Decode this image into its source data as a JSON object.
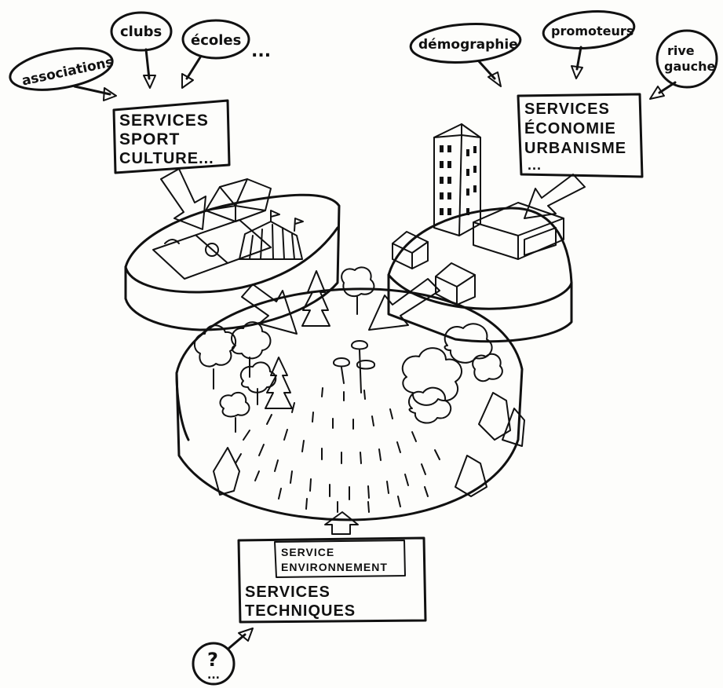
{
  "bubbles": {
    "associations": "associations",
    "clubs": "clubs",
    "ecoles": "écoles",
    "ellipsis": "...",
    "demographie": "démographie",
    "promoteurs": "promoteurs",
    "rive_line1": "rive",
    "rive_line2": "gauche",
    "question_mark": "?",
    "question_dots": "..."
  },
  "boxes": {
    "sport_culture": {
      "line1": "SERVICES",
      "line2": "SPORT",
      "line3": "CULTURE..."
    },
    "economie": {
      "line1": "SERVICES",
      "line2": "ÉCONOMIE",
      "line3": "URBANISME",
      "line4": "..."
    },
    "techniques": {
      "env_line1": "SERVICE",
      "env_line2": "ENVIRONNEMENT",
      "line1": "SERVICES",
      "line2": "TECHNIQUES"
    }
  },
  "colors": {
    "red_box": "#e8402a",
    "red_arrow": "#e33a24",
    "peach_platform": "#f7e4d2",
    "green_box": "#cfe6c8",
    "green_arrow": "#5fb848",
    "building_fill": "#f4dcc6"
  }
}
